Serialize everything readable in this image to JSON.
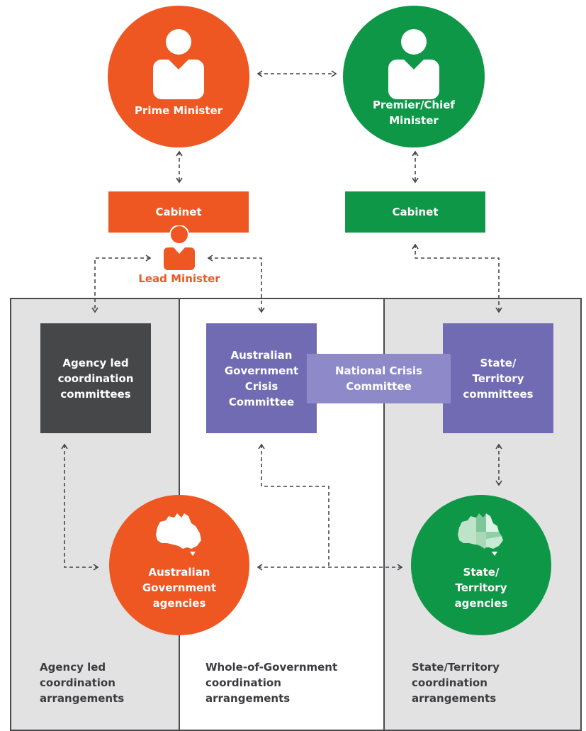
{
  "nodes": {
    "prime_minister": "Prime Minister",
    "premier_chief_minister": "Premier/Chief\nMinister",
    "cabinet_federal": "Cabinet",
    "cabinet_state": "Cabinet",
    "lead_minister": "Lead Minister",
    "agency_led_committees": "Agency led\ncoordination\ncommittees",
    "agcc": "Australian\nGovernment\nCrisis\nCommittee",
    "national_crisis_committee": "National Crisis\nCommittee",
    "state_territory_committees": "State/\nTerritory\ncommittees",
    "australian_government_agencies": "Australian\nGovernment\nagencies",
    "state_territory_agencies": "State/\nTerritory\nagencies"
  },
  "columns": {
    "agency_led": "Agency led\ncoordination\narrangements",
    "whole_of_government": "Whole-of-Government\ncoordination\narrangements",
    "state_territory": "State/Territory\ncoordination\narrangements"
  },
  "colors": {
    "orange": "#ee5722",
    "green": "#0e9747",
    "purple": "#706bb3",
    "purple_light": "#8e89c9",
    "dark_grey": "#454749",
    "panel_grey": "#e3e2e3"
  },
  "icons": [
    "person-icon",
    "australia-map-icon"
  ]
}
